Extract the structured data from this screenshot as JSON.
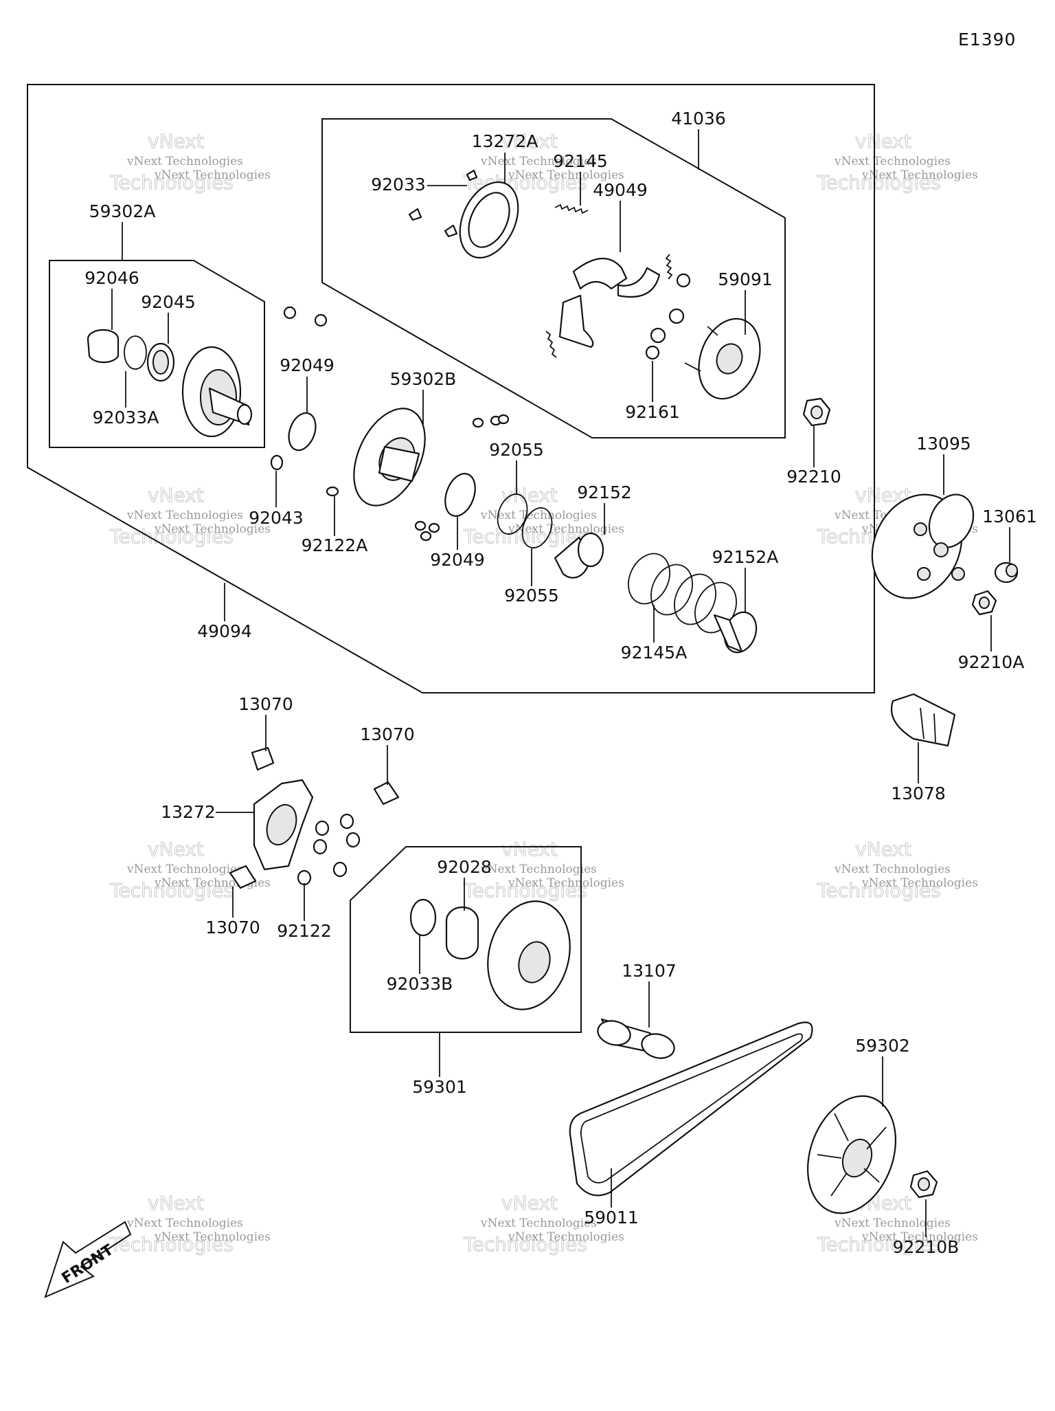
{
  "diagram_code": "E1390",
  "watermark": {
    "line1": "vNext Technologies",
    "line2": "Technologies",
    "line3": "vNext"
  },
  "front_label": "FRONT",
  "parts": [
    {
      "id": "p41036",
      "label": "41036"
    },
    {
      "id": "p13272A",
      "label": "13272A"
    },
    {
      "id": "p92145",
      "label": "92145"
    },
    {
      "id": "p92033",
      "label": "92033"
    },
    {
      "id": "p49049",
      "label": "49049"
    },
    {
      "id": "p59091",
      "label": "59091"
    },
    {
      "id": "p92161",
      "label": "92161"
    },
    {
      "id": "p59302A",
      "label": "59302A"
    },
    {
      "id": "p92046",
      "label": "92046"
    },
    {
      "id": "p92045",
      "label": "92045"
    },
    {
      "id": "p92033A",
      "label": "92033A"
    },
    {
      "id": "p92049a",
      "label": "92049"
    },
    {
      "id": "p59302B",
      "label": "59302B"
    },
    {
      "id": "p92055a",
      "label": "92055"
    },
    {
      "id": "p92152",
      "label": "92152"
    },
    {
      "id": "p92210",
      "label": "92210"
    },
    {
      "id": "p92043",
      "label": "92043"
    },
    {
      "id": "p92122A",
      "label": "92122A"
    },
    {
      "id": "p92049b",
      "label": "92049"
    },
    {
      "id": "p92055b",
      "label": "92055"
    },
    {
      "id": "p92152A",
      "label": "92152A"
    },
    {
      "id": "p92145A",
      "label": "92145A"
    },
    {
      "id": "p49094",
      "label": "49094"
    },
    {
      "id": "p13095",
      "label": "13095"
    },
    {
      "id": "p13061",
      "label": "13061"
    },
    {
      "id": "p92210A",
      "label": "92210A"
    },
    {
      "id": "p13078",
      "label": "13078"
    },
    {
      "id": "p13070a",
      "label": "13070"
    },
    {
      "id": "p13070b",
      "label": "13070"
    },
    {
      "id": "p13272",
      "label": "13272"
    },
    {
      "id": "p13070c",
      "label": "13070"
    },
    {
      "id": "p92122",
      "label": "92122"
    },
    {
      "id": "p92028",
      "label": "92028"
    },
    {
      "id": "p92033B",
      "label": "92033B"
    },
    {
      "id": "p59301",
      "label": "59301"
    },
    {
      "id": "p13107",
      "label": "13107"
    },
    {
      "id": "p59302",
      "label": "59302"
    },
    {
      "id": "p59011",
      "label": "59011"
    },
    {
      "id": "p92210B",
      "label": "92210B"
    }
  ]
}
